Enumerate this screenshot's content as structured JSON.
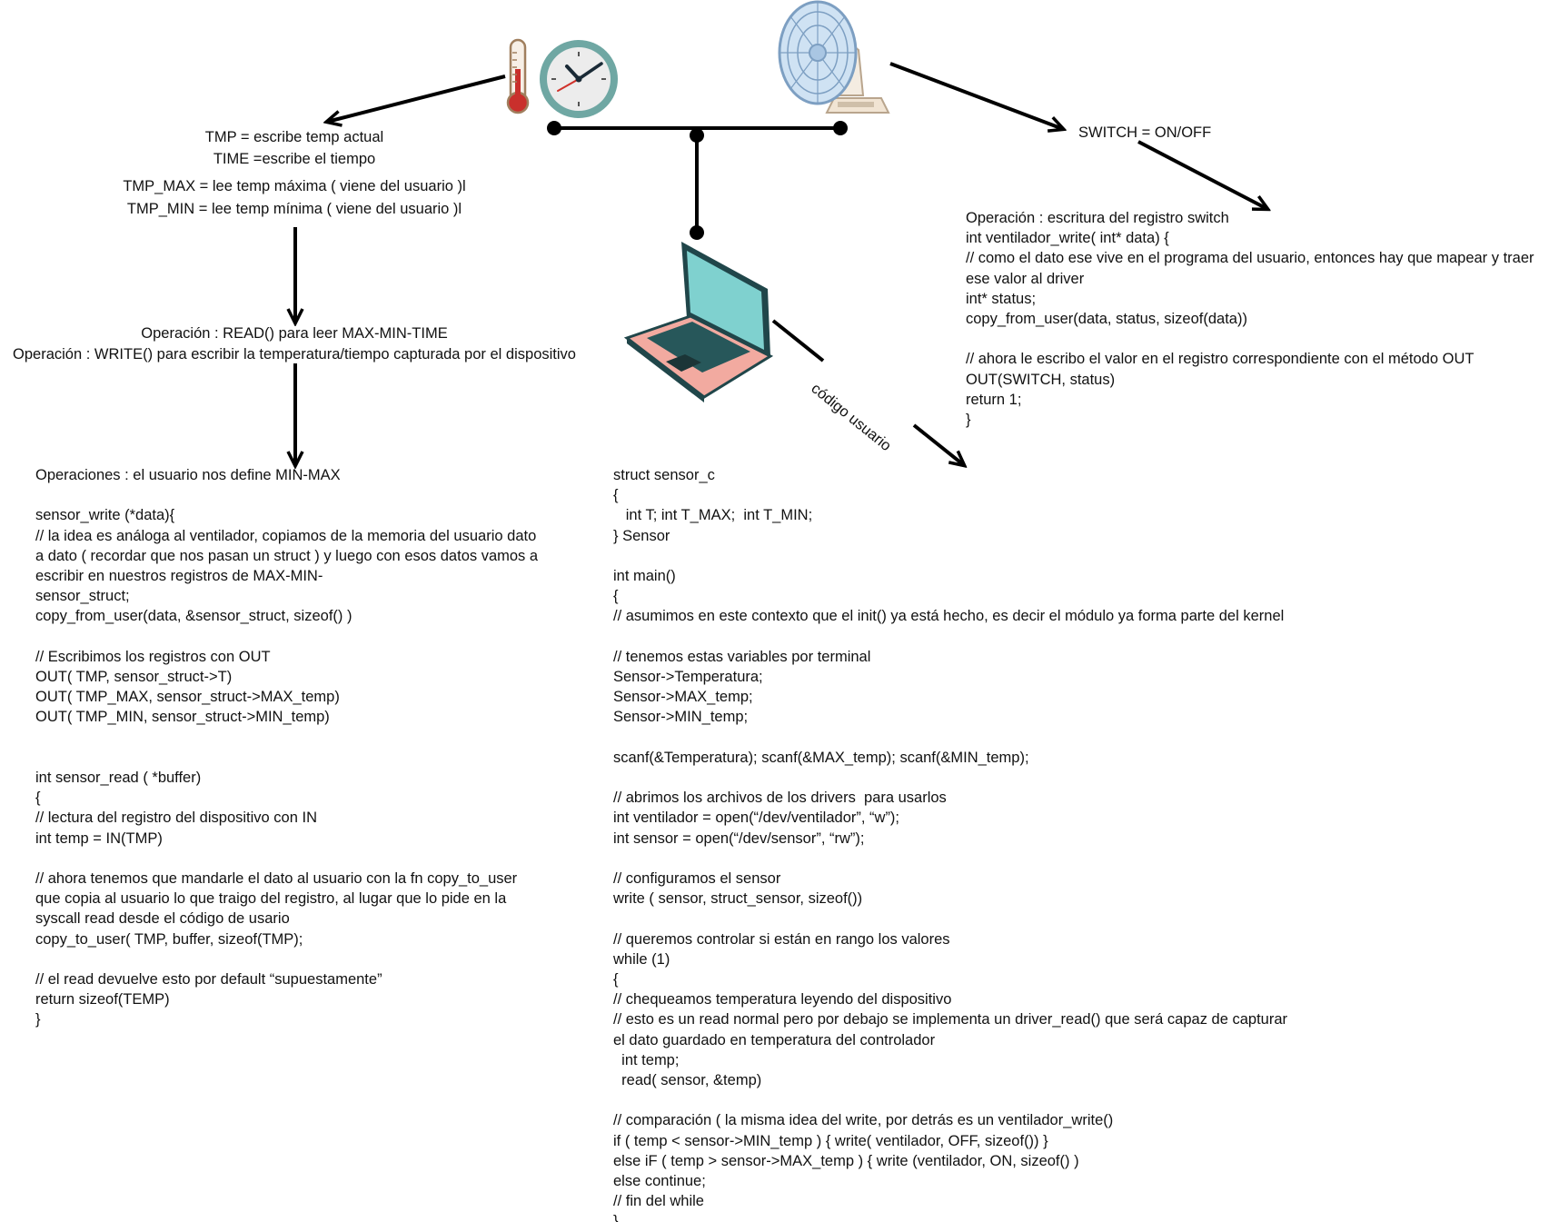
{
  "colors": {
    "line": "#000000",
    "text": "#111111"
  },
  "icons": [
    "thermometer-icon",
    "clock-icon",
    "fan-icon",
    "laptop-icon"
  ],
  "labels": {
    "switch": "SWITCH = ON/OFF",
    "codigo_usuario": "código usuario"
  },
  "sensor_regs": [
    "TMP = escribe temp actual",
    "TIME =escribe el tiempo",
    "TMP_MAX = lee temp máxima ( viene del usuario )l",
    "TMP_MIN = lee temp mínima ( viene del usuario )l"
  ],
  "operations": [
    "Operación : READ() para leer MAX-MIN-TIME",
    "Operación : WRITE() para escribir la temperatura/tiempo capturada por el dispositivo"
  ],
  "fan_block": [
    "Operación : escritura del registro switch",
    "int ventilador_write( int* data) {",
    "// como el dato ese vive en el programa del usuario, entonces hay que mapear y traer",
    "ese valor al driver",
    "int* status;",
    "copy_from_user(data, status, sizeof(data))",
    "",
    "// ahora le escribo el valor en el registro correspondiente con el método OUT",
    "OUT(SWITCH, status)",
    "return 1;",
    "}"
  ],
  "driver_block": [
    "Operaciones : el usuario nos define MIN-MAX",
    "",
    "sensor_write (*data){",
    "// la idea es análoga al ventilador, copiamos de la memoria del usuario dato",
    "a dato ( recordar que nos pasan un struct ) y luego con esos datos vamos a",
    "escribir en nuestros registros de MAX-MIN-",
    "sensor_struct;",
    "copy_from_user(data, &sensor_struct, sizeof() )",
    "",
    "// Escribimos los registros con OUT",
    "OUT( TMP, sensor_struct->T)",
    "OUT( TMP_MAX, sensor_struct->MAX_temp)",
    "OUT( TMP_MIN, sensor_struct->MIN_temp)",
    "",
    "",
    "int sensor_read ( *buffer)",
    "{",
    "// lectura del registro del dispositivo con IN",
    "int temp = IN(TMP)",
    "",
    "// ahora tenemos que mandarle el dato al usuario con la fn copy_to_user",
    "que copia al usuario lo que traigo del registro, al lugar que lo pide en la",
    "syscall read desde el código de usario",
    "copy_to_user( TMP, buffer, sizeof(TMP);",
    "",
    "// el read devuelve esto por default “supuestamente”",
    "return sizeof(TEMP)",
    "}"
  ],
  "user_block": [
    "struct sensor_c",
    "{",
    "   int T; int T_MAX;  int T_MIN;",
    "} Sensor",
    "",
    "int main()",
    "{",
    "// asumimos en este contexto que el init() ya está hecho, es decir el módulo ya forma parte del kernel",
    "",
    "// tenemos estas variables por terminal",
    "Sensor->Temperatura;",
    "Sensor->MAX_temp;",
    "Sensor->MIN_temp;",
    "",
    "scanf(&Temperatura); scanf(&MAX_temp); scanf(&MIN_temp);",
    "",
    "// abrimos los archivos de los drivers  para usarlos",
    "int ventilador = open(“/dev/ventilador”, “w”);",
    "int sensor = open(“/dev/sensor”, “rw”);",
    "",
    "// configuramos el sensor",
    "write ( sensor, struct_sensor, sizeof())",
    "",
    "// queremos controlar si están en rango los valores",
    "while (1)",
    "{",
    "// chequeamos temperatura leyendo del dispositivo",
    "// esto es un read normal pero por debajo se implementa un driver_read() que será capaz de capturar",
    "el dato guardado en temperatura del controlador",
    "  int temp;",
    "  read( sensor, &temp)",
    "",
    "// comparación ( la misma idea del write, por detrás es un ventilador_write()",
    "if ( temp < sensor->MIN_temp ) { write( ventilador, OFF, sizeof()) }",
    "else iF ( temp > sensor->MAX_temp ) { write (ventilador, ON, sizeof() )",
    "else continue;",
    "// fin del while",
    "}"
  ]
}
